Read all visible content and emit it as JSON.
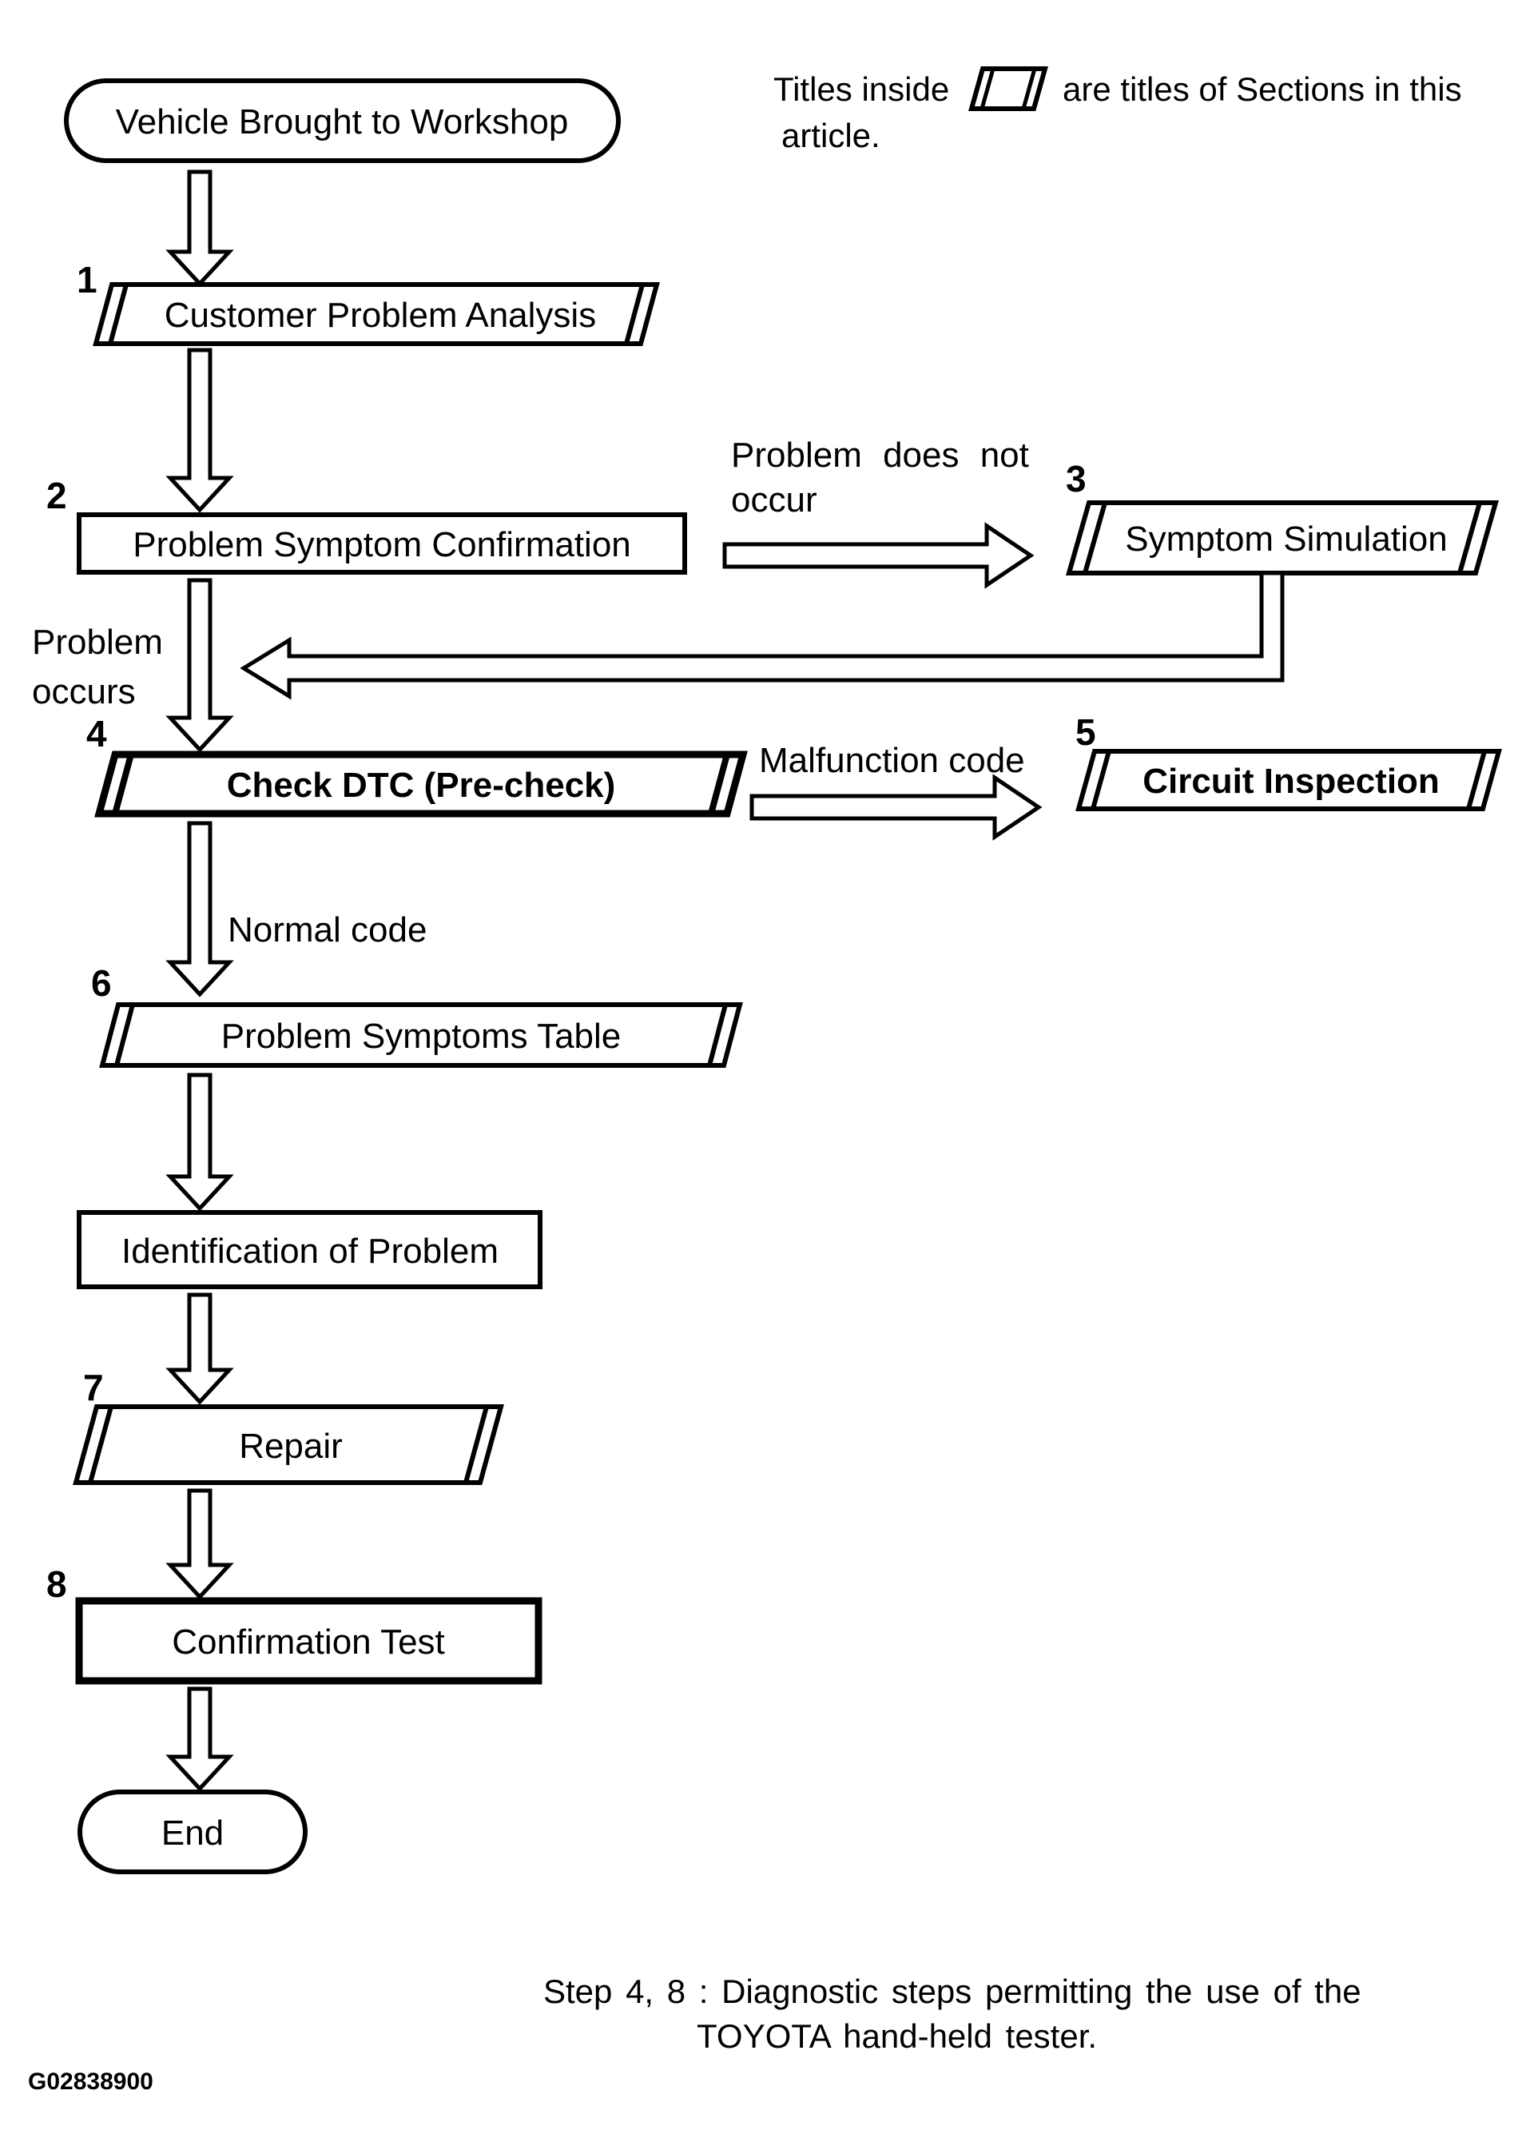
{
  "colors": {
    "ink": "#000000",
    "background": "#ffffff"
  },
  "legend": {
    "text_before_icon": "Titles inside",
    "icon": "parallelogram-icon",
    "text_after_icon": "are titles of Sections in this",
    "text_line2": "article."
  },
  "nodes": {
    "start": {
      "label": "Vehicle Brought to Workshop"
    },
    "customer_problem_analysis": {
      "step": "1",
      "label": "Customer Problem Analysis"
    },
    "problem_symptom_confirmation": {
      "step": "2",
      "label": "Problem Symptom Confirmation"
    },
    "symptom_simulation": {
      "step": "3",
      "label": "Symptom Simulation"
    },
    "check_dtc": {
      "step": "4",
      "label": "Check DTC (Pre-check)"
    },
    "circuit_inspection": {
      "step": "5",
      "label": "Circuit Inspection"
    },
    "problem_symptoms_table": {
      "step": "6",
      "label": "Problem Symptoms Table"
    },
    "identification_of_problem": {
      "label": "Identification of Problem"
    },
    "repair": {
      "step": "7",
      "label": "Repair"
    },
    "confirmation_test": {
      "step": "8",
      "label": "Confirmation Test"
    },
    "end": {
      "label": "End"
    }
  },
  "edge_labels": {
    "problem_does_not_occur_line1": "Problem does not",
    "problem_does_not_occur_line2": "occur",
    "problem_occurs_line1": "Problem",
    "problem_occurs_line2": "occurs",
    "malfunction_code": "Malfunction code",
    "normal_code": "Normal code"
  },
  "caption": {
    "line1": "Step 4, 8 : Diagnostic steps permitting the use of the",
    "line2": "TOYOTA hand-held tester."
  },
  "figure_code": "G02838900"
}
